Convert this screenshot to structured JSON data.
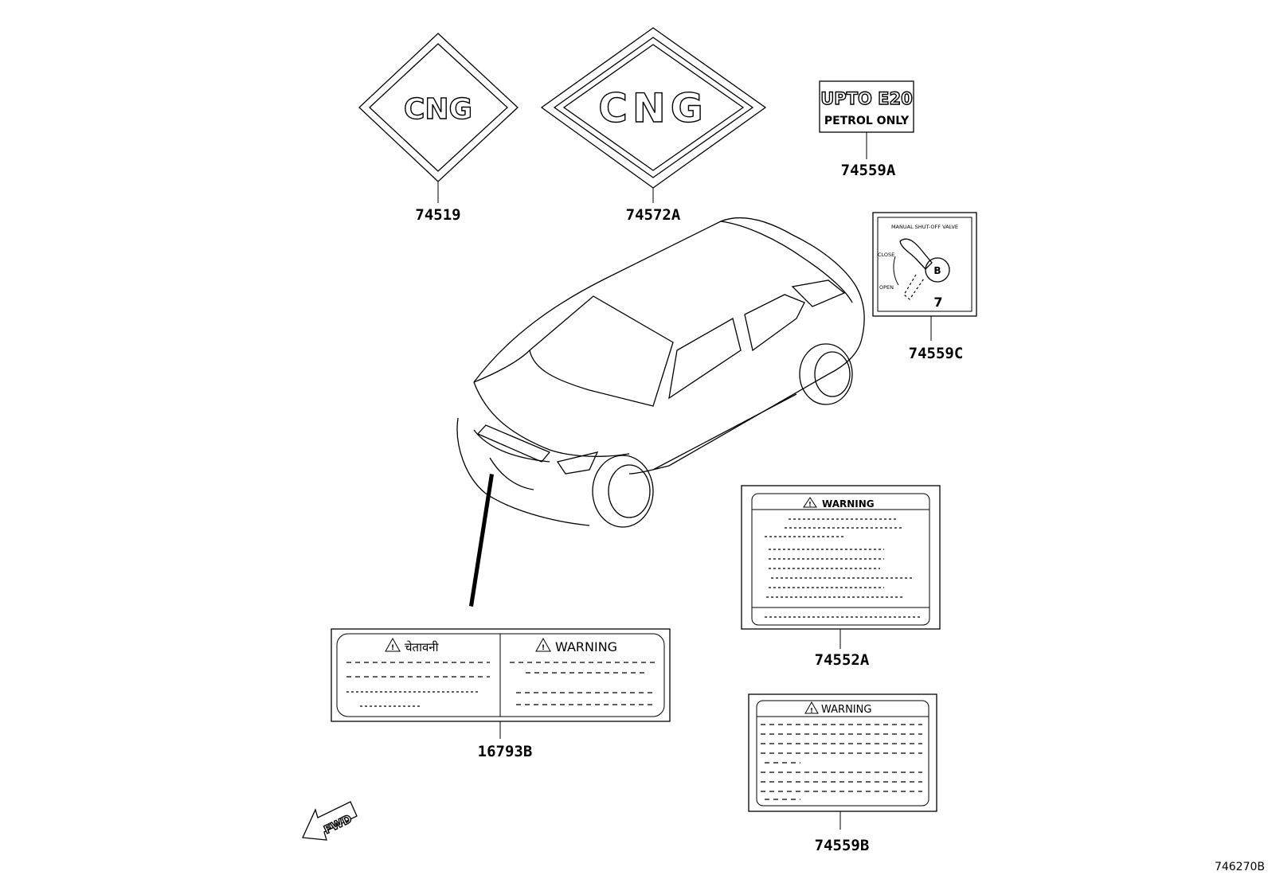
{
  "parts": {
    "p74519": {
      "number": "74519",
      "sticker_text": "CNG"
    },
    "p74572A": {
      "number": "74572A",
      "sticker_text": "CNG"
    },
    "p74559A": {
      "number": "74559A",
      "line1": "UPTO E20",
      "line2": "PETROL ONLY"
    },
    "p74559C": {
      "number": "74559C",
      "title": "MANUAL SHUT-OFF VALVE",
      "close_label": "CLOSE",
      "open_label": "OPEN",
      "knob_letter": "B",
      "step": "7"
    },
    "p74552A": {
      "number": "74552A",
      "heading": "WARNING"
    },
    "p16793B": {
      "number": "16793B",
      "heading_hindi": "चेतावनी",
      "heading_en": "WARNING"
    },
    "p74559B": {
      "number": "74559B",
      "heading": "WARNING"
    }
  },
  "fwd": {
    "label": "FWD"
  },
  "drawing_id": "746270B",
  "icons": [
    "warning-triangle-icon",
    "fwd-arrow-icon",
    "car-icon",
    "valve-lever-icon"
  ]
}
